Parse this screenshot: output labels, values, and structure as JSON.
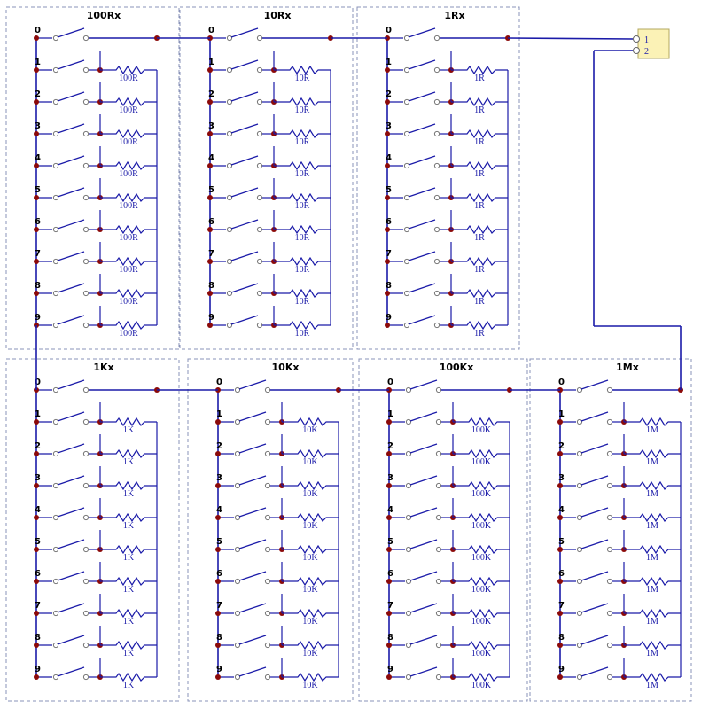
{
  "decades": [
    {
      "title": "100Rx",
      "resistor_label": "100R",
      "positions": [
        "0",
        "1",
        "2",
        "3",
        "4",
        "5",
        "6",
        "7",
        "8",
        "9"
      ]
    },
    {
      "title": "10Rx",
      "resistor_label": "10R",
      "positions": [
        "0",
        "1",
        "2",
        "3",
        "4",
        "5",
        "6",
        "7",
        "8",
        "9"
      ]
    },
    {
      "title": "1Rx",
      "resistor_label": "1R",
      "positions": [
        "0",
        "1",
        "2",
        "3",
        "4",
        "5",
        "6",
        "7",
        "8",
        "9"
      ]
    },
    {
      "title": "1Kx",
      "resistor_label": "1K",
      "positions": [
        "0",
        "1",
        "2",
        "3",
        "4",
        "5",
        "6",
        "7",
        "8",
        "9"
      ]
    },
    {
      "title": "10Kx",
      "resistor_label": "10K",
      "positions": [
        "0",
        "1",
        "2",
        "3",
        "4",
        "5",
        "6",
        "7",
        "8",
        "9"
      ]
    },
    {
      "title": "100Kx",
      "resistor_label": "100K",
      "positions": [
        "0",
        "1",
        "2",
        "3",
        "4",
        "5",
        "6",
        "7",
        "8",
        "9"
      ]
    },
    {
      "title": "1Mx",
      "resistor_label": "1M",
      "positions": [
        "0",
        "1",
        "2",
        "3",
        "4",
        "5",
        "6",
        "7",
        "8",
        "9"
      ]
    }
  ],
  "connector": {
    "pins": [
      "1",
      "2"
    ]
  },
  "colors": {
    "wire": "#1a1aa8",
    "junction": "#8b0a0a",
    "connector_fill": "#fbf2b6"
  }
}
